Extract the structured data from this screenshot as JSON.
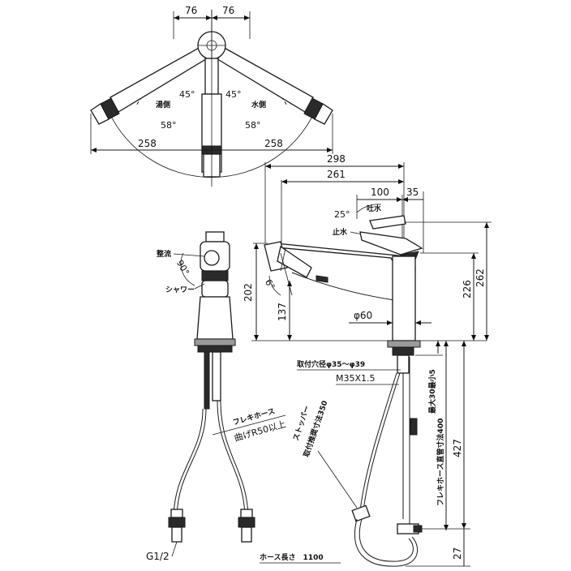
{
  "top_view": {
    "dim_left": "76",
    "dim_right": "76",
    "angle_left": "45°",
    "angle_right": "45°",
    "angle_left_outer": "58°",
    "angle_right_outer": "58°",
    "hot_side_label": "湯側",
    "cold_side_label": "水側",
    "span_left": "258",
    "span_right": "258"
  },
  "front_view": {
    "flow_label": "整流",
    "shower_label": "シャワー",
    "rotation_angle": "90°",
    "flex_hose_label": "フレキホース",
    "bend_radius_label": "曲げR50以上",
    "thread_label": "G1/2"
  },
  "side_view": {
    "dim_total_length": "298",
    "dim_reach": "261",
    "dim_handle_offset": "100",
    "dim_handle_width": "35",
    "handle_angle": "25°",
    "spout_water_label": "吐水",
    "stop_water_label": "止水",
    "spout_tilt_angle": "6°",
    "dim_height_spout": "202",
    "dim_height_body": "226",
    "dim_height_total": "262",
    "dim_height_outlet": "137",
    "dim_base_diameter": "φ60",
    "mounting_hole_label": "取付穴径φ35～φ39",
    "thread_spec_label": "M35X1.5",
    "max_thickness_label": "最大30最小5",
    "stopper_label_line1": "ストッパー",
    "stopper_label_line2": "取付推奨寸法350",
    "flex_hose_straight_label": "フレキホース直管寸法400",
    "dim_lower_height": "427",
    "dim_bottom": "27",
    "hose_length_label": "ホース長さ　1100"
  }
}
